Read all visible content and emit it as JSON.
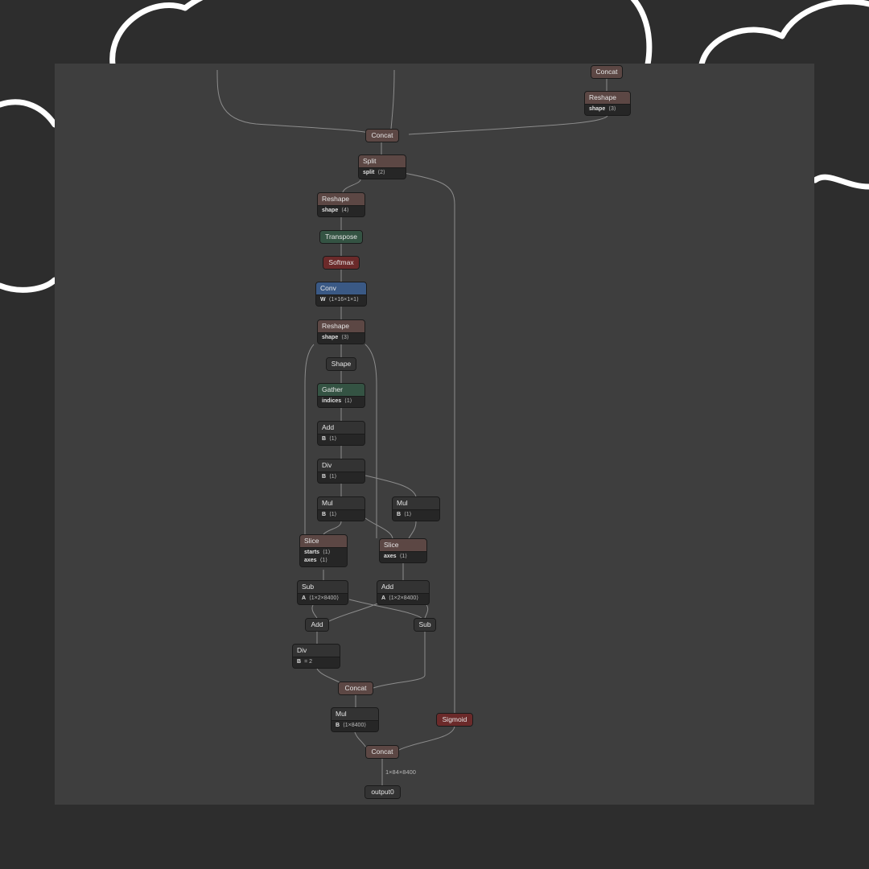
{
  "graph": {
    "nodes": [
      {
        "id": "concat-top-right",
        "op": "Concat",
        "cat": "shape"
      },
      {
        "id": "reshape-top-right",
        "op": "Reshape",
        "cat": "shape",
        "attrs": [
          {
            "k": "shape",
            "v": "⟨3⟩"
          }
        ]
      },
      {
        "id": "concat-1",
        "op": "Concat",
        "cat": "shape"
      },
      {
        "id": "split",
        "op": "Split",
        "cat": "shape",
        "attrs": [
          {
            "k": "split",
            "v": "⟨2⟩"
          }
        ]
      },
      {
        "id": "reshape-1",
        "op": "Reshape",
        "cat": "shape",
        "attrs": [
          {
            "k": "shape",
            "v": "⟨4⟩"
          }
        ]
      },
      {
        "id": "transpose",
        "op": "Transpose",
        "cat": "trans"
      },
      {
        "id": "softmax",
        "op": "Softmax",
        "cat": "act"
      },
      {
        "id": "conv",
        "op": "Conv",
        "cat": "conv",
        "attrs": [
          {
            "k": "W",
            "v": "⟨1×16×1×1⟩"
          }
        ]
      },
      {
        "id": "reshape-2",
        "op": "Reshape",
        "cat": "shape",
        "attrs": [
          {
            "k": "shape",
            "v": "⟨3⟩"
          }
        ]
      },
      {
        "id": "shape",
        "op": "Shape",
        "cat": "gen"
      },
      {
        "id": "gather",
        "op": "Gather",
        "cat": "trans",
        "attrs": [
          {
            "k": "indices",
            "v": "⟨1⟩"
          }
        ]
      },
      {
        "id": "add-1",
        "op": "Add",
        "cat": "gen",
        "attrs": [
          {
            "k": "B",
            "v": "⟨1⟩"
          }
        ]
      },
      {
        "id": "div-1",
        "op": "Div",
        "cat": "gen",
        "attrs": [
          {
            "k": "B",
            "v": "⟨1⟩"
          }
        ]
      },
      {
        "id": "mul-1",
        "op": "Mul",
        "cat": "gen",
        "attrs": [
          {
            "k": "B",
            "v": "⟨1⟩"
          }
        ]
      },
      {
        "id": "mul-2",
        "op": "Mul",
        "cat": "gen",
        "attrs": [
          {
            "k": "B",
            "v": "⟨1⟩"
          }
        ]
      },
      {
        "id": "slice-1",
        "op": "Slice",
        "cat": "shape",
        "attrs": [
          {
            "k": "starts",
            "v": "⟨1⟩"
          },
          {
            "k": "axes",
            "v": "⟨1⟩"
          }
        ]
      },
      {
        "id": "slice-2",
        "op": "Slice",
        "cat": "shape",
        "attrs": [
          {
            "k": "axes",
            "v": "⟨1⟩"
          }
        ]
      },
      {
        "id": "sub-1",
        "op": "Sub",
        "cat": "gen",
        "attrs": [
          {
            "k": "A",
            "v": "⟨1×2×8400⟩"
          }
        ]
      },
      {
        "id": "add-2",
        "op": "Add",
        "cat": "gen",
        "attrs": [
          {
            "k": "A",
            "v": "⟨1×2×8400⟩"
          }
        ]
      },
      {
        "id": "add-3",
        "op": "Add",
        "cat": "gen"
      },
      {
        "id": "sub-2",
        "op": "Sub",
        "cat": "gen"
      },
      {
        "id": "div-2",
        "op": "Div",
        "cat": "gen",
        "attrs": [
          {
            "k": "B",
            "v": "= 2"
          }
        ]
      },
      {
        "id": "concat-2",
        "op": "Concat",
        "cat": "shape"
      },
      {
        "id": "mul-3",
        "op": "Mul",
        "cat": "gen",
        "attrs": [
          {
            "k": "B",
            "v": "⟨1×8400⟩"
          }
        ]
      },
      {
        "id": "sigmoid",
        "op": "Sigmoid",
        "cat": "act"
      },
      {
        "id": "concat-3",
        "op": "Concat",
        "cat": "shape"
      },
      {
        "id": "output",
        "op": "output0",
        "cat": "gen"
      }
    ],
    "edge_label": "1×84×8400"
  },
  "colors": {
    "background": "#2d2d2d",
    "canvas": "#3e3e3e",
    "edge": "#8c8c8c",
    "shape_header": "#5c4744",
    "transform_header": "#345343",
    "activation_header": "#6b2a2a",
    "conv_header": "#3a5985",
    "generic_header": "#333333",
    "cloud_outline": "#ffffff"
  }
}
